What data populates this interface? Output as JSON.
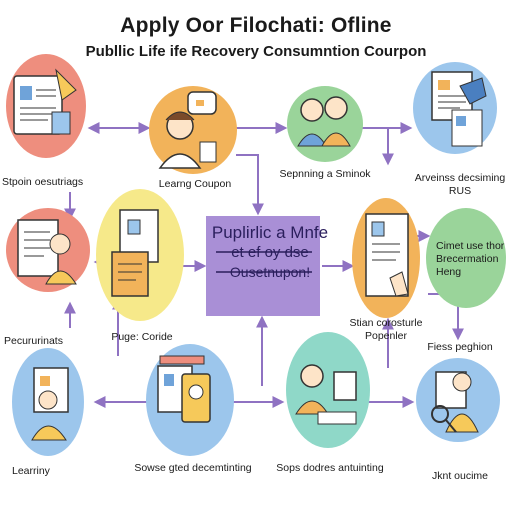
{
  "title": "Apply Oor Filochati: Ofline",
  "subtitle": "Publlic Life ife Recovery Consumntion Courpon",
  "center": {
    "line1": "Puplirlic a Mnfe",
    "line2": "et ef oy dse",
    "line3": "Ousetnupon!"
  },
  "nodes": {
    "n1": "Stpoin oesutriags",
    "n2": "Learng Coupon",
    "n3": "Sepnning a Sminok",
    "n4": "Arveinss decsiming RUS",
    "n5": "Pecururinats",
    "n6": "Puge: Coride",
    "n7": "Stian corosturle Popenler",
    "n8": "Cimet use thor Brecermation Heng",
    "n9": "Fiess peghion",
    "n10": "Learriny",
    "n11": "Sowse gted decemtinting",
    "n12": "Sops dodres antuinting",
    "n13": "Jknt oucime"
  },
  "colors": {
    "coral": "#ee8e7e",
    "orange": "#f2b35a",
    "green": "#9ad49a",
    "blue": "#9cc6ec",
    "yellow": "#f6e98a",
    "center": "#a98fd6",
    "teal": "#8fd8c8",
    "arrow": "#8f72c2"
  }
}
